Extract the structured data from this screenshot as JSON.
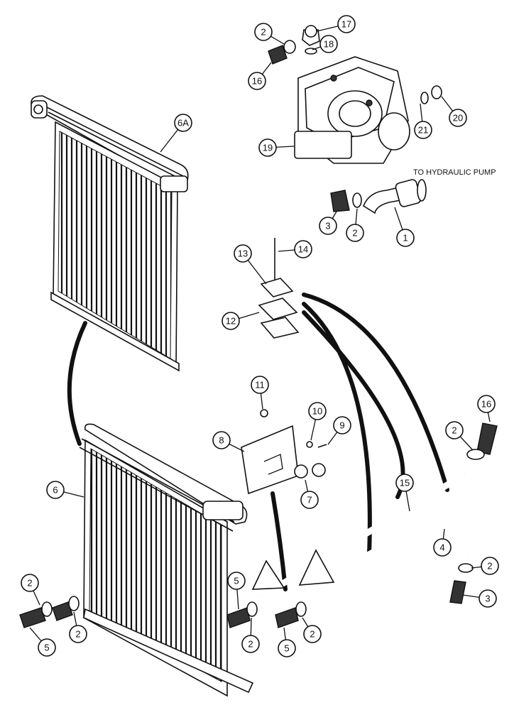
{
  "note": "TO HYDRAULIC PUMP",
  "callouts": {
    "c1": "1",
    "c2a": "2",
    "c2b": "2",
    "c2c": "2",
    "c2d": "2",
    "c2e": "2",
    "c2f": "2",
    "c2g": "2",
    "c2h": "2",
    "c3a": "3",
    "c3b": "3",
    "c4": "4",
    "c5a": "5",
    "c5b": "5",
    "c5c": "5",
    "c6": "6",
    "c6a": "6A",
    "c7": "7",
    "c8": "8",
    "c9": "9",
    "c10": "10",
    "c11": "11",
    "c12": "12",
    "c13": "13",
    "c14": "14",
    "c15": "15",
    "c16a": "16",
    "c16b": "16",
    "c17": "17",
    "c18": "18",
    "c19": "19",
    "c20": "20",
    "c21": "21"
  }
}
